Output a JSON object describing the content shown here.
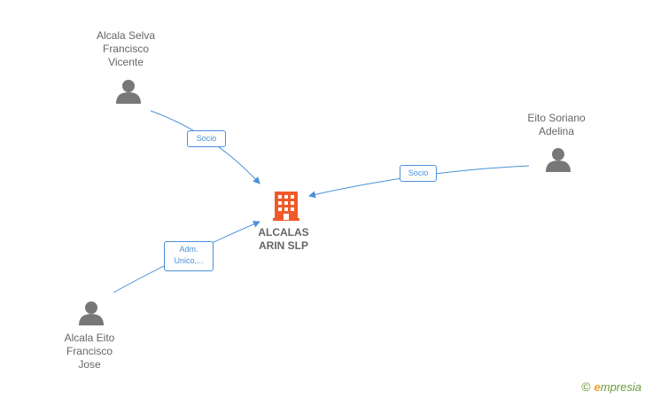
{
  "diagram": {
    "company": {
      "name": "ALCALAS ARIN SLP",
      "icon": "building-icon",
      "color": "#f05a28"
    },
    "people": [
      {
        "name": "Alcala Selva\nFrancisco\nVicente",
        "icon": "person-icon"
      },
      {
        "name": "Eito Soriano\nAdelina",
        "icon": "person-icon"
      },
      {
        "name": "Alcala Eito\nFrancisco\nJose",
        "icon": "person-icon"
      }
    ],
    "edges": [
      {
        "label": "Socio"
      },
      {
        "label": "Socio"
      },
      {
        "label": "Adm.\nUnico,..."
      }
    ],
    "colors": {
      "edge": "#4a90d9",
      "person": "#777777",
      "label_text": "#666666"
    }
  },
  "branding": {
    "copyright": "©",
    "name_prefix": "e",
    "name_rest": "mpresia"
  }
}
